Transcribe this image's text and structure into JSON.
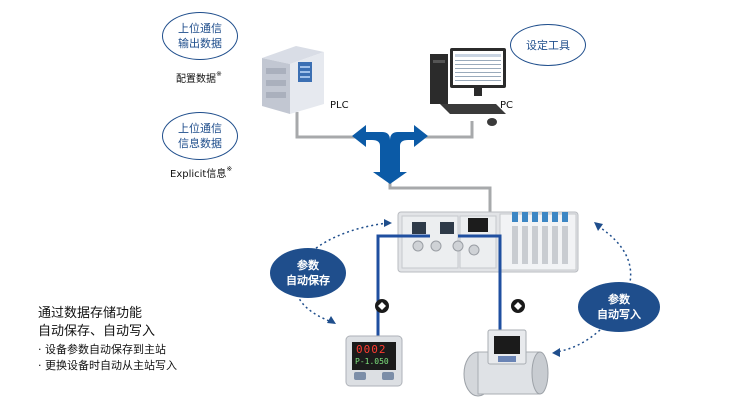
{
  "bubbles": {
    "plc_output": [
      "上位通信",
      "输出数据"
    ],
    "plc_input": [
      "上位通信",
      "信息数据"
    ],
    "setting_tool": "设定工具",
    "auto_save": [
      "参数",
      "自动保存"
    ],
    "auto_write": [
      "参数",
      "自动写入"
    ]
  },
  "labels": {
    "config_data": "配置数据",
    "config_mark": "※",
    "explicit": "Explicit信息",
    "explicit_mark": "※",
    "plc": "PLC",
    "pc": "PC"
  },
  "sensor_display": {
    "line1": "0002",
    "line2": "P-1.050"
  },
  "features": {
    "title_line1": "通过数据存储功能",
    "title_line2": "自动保存、自动写入",
    "items": [
      "· 设备参数自动保存到主站",
      "· 更换设备时自动从主站写入"
    ]
  },
  "colors": {
    "accent": "#1f4e8c",
    "line": "#a7a9ab",
    "arrow": "#0b5aa6"
  }
}
